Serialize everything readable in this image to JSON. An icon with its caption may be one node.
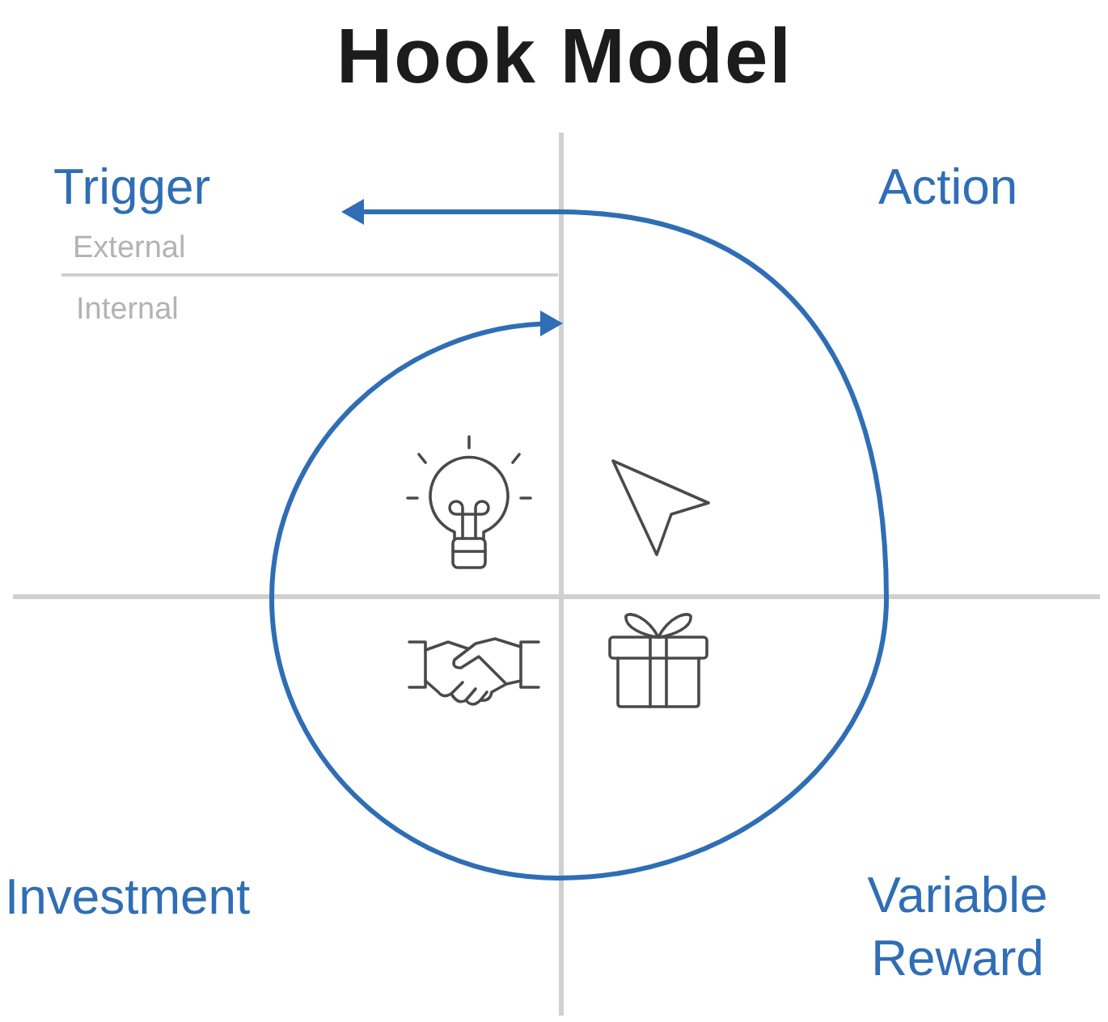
{
  "diagram": {
    "title": "Hook Model",
    "labels": [
      "Trigger",
      "Action",
      "External",
      "Internal",
      "Investment",
      "Variable Reward"
    ]
  }
}
